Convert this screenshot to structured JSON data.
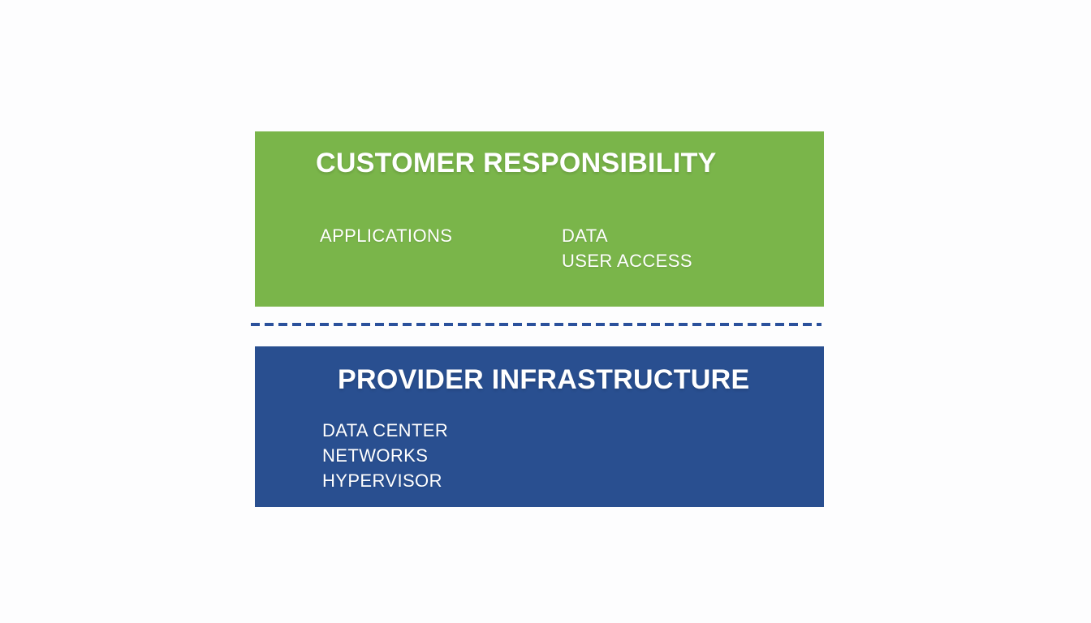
{
  "colors": {
    "background": "#fdfdfe",
    "customer_green": "#7ab54a",
    "provider_blue": "#294f90",
    "divider_blue": "#2b519c",
    "text_white": "#ffffff"
  },
  "customer_box": {
    "title": "CUSTOMER RESPONSIBILITY",
    "column1": [
      "APPLICATIONS"
    ],
    "column2": [
      "DATA",
      "USER ACCESS"
    ]
  },
  "divider": {
    "style": "dashed"
  },
  "provider_box": {
    "title": "PROVIDER INFRASTRUCTURE",
    "items": [
      "DATA CENTER",
      "NETWORKS",
      "HYPERVISOR"
    ]
  }
}
